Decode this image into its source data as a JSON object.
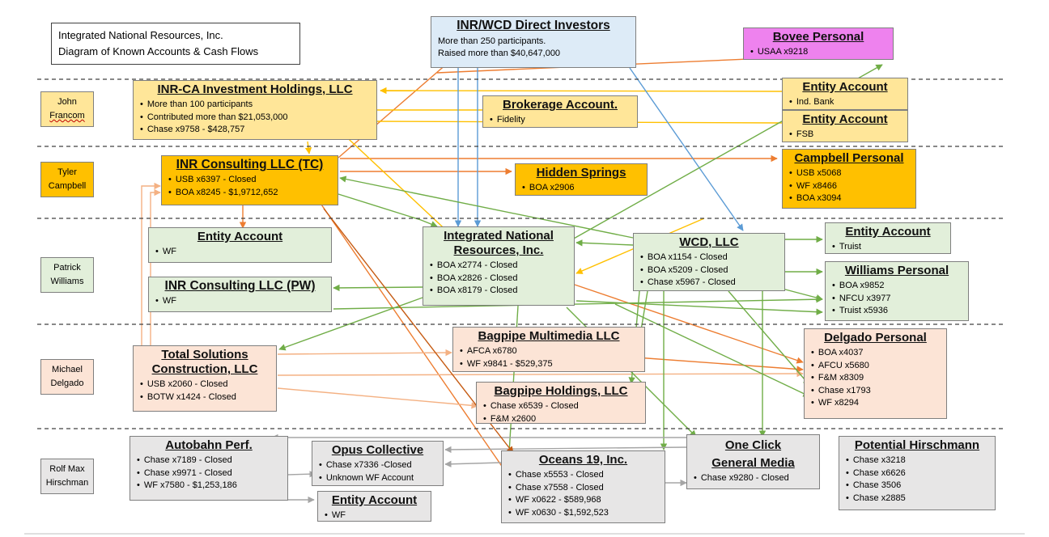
{
  "header": {
    "line1": "Integrated National Resources, Inc.",
    "line2": "Diagram of Known Accounts & Cash Flows"
  },
  "people": [
    {
      "line1": "John",
      "line2": "Francom"
    },
    {
      "line1": "Tyler",
      "line2": "Campbell"
    },
    {
      "line1": "Patrick",
      "line2": "Williams"
    },
    {
      "line1": "Michael",
      "line2": "Delgado"
    },
    {
      "line1": "Rolf Max",
      "line2": "Hirschman"
    }
  ],
  "direct_investors": {
    "title": "INR/WCD Direct Investors",
    "line1": "More than 250 participants.",
    "line2": "Raised more than $40,647,000"
  },
  "bovee": {
    "title": "Bovee Personal",
    "items": [
      "USAA x9218"
    ]
  },
  "inr_ca": {
    "title": "INR-CA Investment Holdings, LLC",
    "items": [
      "More than 100 participants",
      "Contributed more than $21,053,000",
      "Chase x9758 - $428,757"
    ]
  },
  "brokerage": {
    "title": "Brokerage Account.",
    "items": [
      "Fidelity"
    ]
  },
  "entity_ind": {
    "title": "Entity Account",
    "items": [
      "Ind. Bank"
    ]
  },
  "entity_fsb": {
    "title": "Entity Account",
    "items": [
      "FSB"
    ]
  },
  "inr_tc": {
    "title": "INR Consulting LLC (TC)",
    "items": [
      "USB x6397 - Closed",
      "BOA x8245 - $1,9712,652"
    ]
  },
  "hidden_springs": {
    "title": "Hidden Springs",
    "items": [
      "BOA x2906"
    ]
  },
  "campbell": {
    "title": "Campbell Personal",
    "items": [
      "USB x5068",
      "WF x8466",
      "BOA x3094"
    ]
  },
  "entity_wf": {
    "title": "Entity Account",
    "items": [
      "WF"
    ]
  },
  "inr_inc": {
    "title_line1": "Integrated National",
    "title_line2": "Resources, Inc.",
    "items": [
      "BOA x2774 - Closed",
      "BOA x2826 - Closed",
      "BOA x8179 - Closed"
    ]
  },
  "wcd": {
    "title": "WCD, LLC",
    "items": [
      "BOA x1154 - Closed",
      "BOA x5209 - Closed",
      "Chase x5967 - Closed"
    ]
  },
  "entity_truist": {
    "title": "Entity Account",
    "items": [
      "Truist"
    ]
  },
  "williams": {
    "title": "Williams Personal",
    "items": [
      "BOA x9852",
      "NFCU x3977",
      "Truist x5936"
    ]
  },
  "inr_pw": {
    "title": "INR Consulting LLC (PW)",
    "items": [
      "WF"
    ]
  },
  "bagpipe_mm": {
    "title": "Bagpipe Multimedia LLC",
    "items": [
      "AFCA x6780",
      "WF x9841 - $529,375"
    ]
  },
  "total_solutions": {
    "title_line1": "Total Solutions",
    "title_line2": "Construction, LLC",
    "items": [
      "USB x2060 - Closed",
      "BOTW x1424 - Closed"
    ]
  },
  "delgado": {
    "title": "Delgado Personal",
    "items": [
      "BOA x4037",
      "AFCU x5680",
      "F&M x8309",
      "Chase x1793",
      "WF x8294"
    ]
  },
  "bagpipe_h": {
    "title": "Bagpipe Holdings, LLC",
    "items": [
      "Chase x6539 - Closed",
      "F&M x2600"
    ]
  },
  "autobahn": {
    "title": "Autobahn Perf.",
    "items": [
      "Chase x7189 - Closed",
      "Chase x9971 - Closed",
      "WF x7580 - $1,253,186"
    ]
  },
  "opus": {
    "title": "Opus Collective",
    "items": [
      "Chase x7336 -Closed",
      "Unknown WF Account"
    ]
  },
  "entity_wf2": {
    "title": "Entity Account",
    "items": [
      "WF"
    ]
  },
  "oceans": {
    "title": "Oceans 19, Inc.",
    "items": [
      "Chase x5553 - Closed",
      "Chase x7558 - Closed",
      "WF x0622 - $589,968",
      "WF x0630 - $1,592,523"
    ]
  },
  "one_click": {
    "title_line1": "One Click",
    "title_line2": "General Media",
    "items": [
      "Chase x9280 - Closed"
    ]
  },
  "hirschmann": {
    "title": "Potential Hirschmann",
    "items": [
      "Chase x3218",
      "Chase x6626",
      "Chase 3506",
      "Chase x2885"
    ]
  },
  "colors": {
    "yellow": "#ffe699",
    "gold": "#ffc000",
    "green": "#e2efda",
    "peach": "#fce4d6",
    "grey": "#e7e6e6",
    "blue": "#ddebf7",
    "pink": "#ee82ee",
    "arrow_orange": "#ed7d31",
    "arrow_green": "#70ad47",
    "arrow_blue": "#5b9bd5",
    "arrow_yellow": "#ffc000",
    "arrow_peach": "#f4b183",
    "arrow_grey": "#a5a5a5",
    "arrow_red": "#c55a11"
  }
}
